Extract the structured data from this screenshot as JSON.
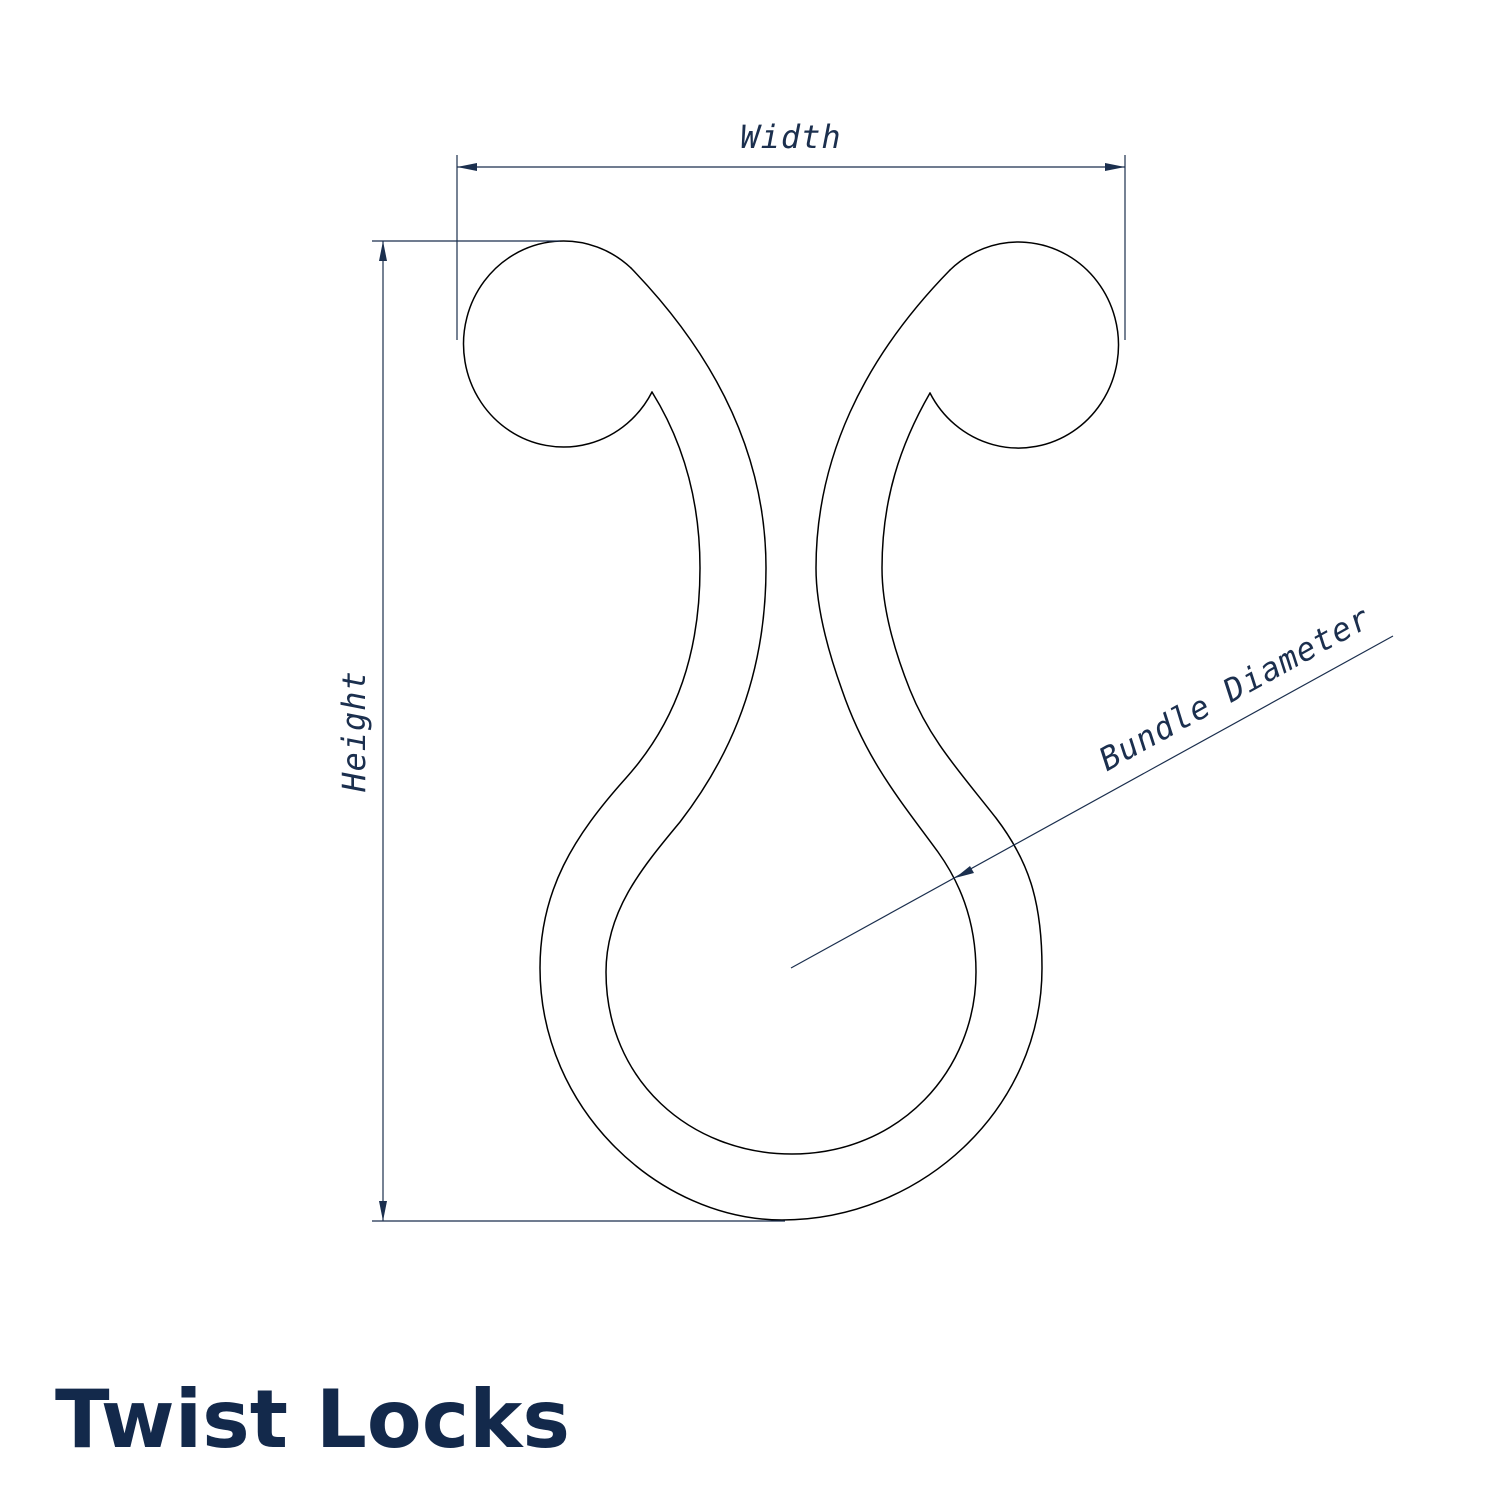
{
  "title": "Twist Locks",
  "labels": {
    "width": "Width",
    "height": "Height",
    "bundle_diameter": "Bundle Diameter"
  },
  "colors": {
    "dimension": "#1b2f4e",
    "outline": "#000000",
    "title": "#13294b"
  }
}
